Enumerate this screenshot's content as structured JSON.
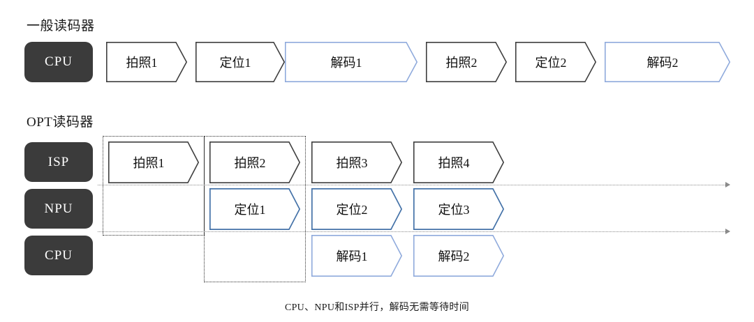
{
  "colors": {
    "processor_bg": "#3b3b3b",
    "processor_text": "#ffffff",
    "dark_outline": "#3f3f3f",
    "mid_blue_outline": "#4472a8",
    "light_blue_outline": "#8faadc",
    "dotted_group": "#2b2b2b",
    "timeline": "#8a8a8a",
    "text": "#111111",
    "background": "#ffffff"
  },
  "top_section": {
    "heading": "一般读码器",
    "processor_label": "CPU",
    "tasks": [
      {
        "label": "拍照1",
        "style": "dark"
      },
      {
        "label": "定位1",
        "style": "dark"
      },
      {
        "label": "解码1",
        "style": "light_blue"
      },
      {
        "label": "拍照2",
        "style": "dark"
      },
      {
        "label": "定位2",
        "style": "dark"
      },
      {
        "label": "解码2",
        "style": "light_blue"
      }
    ]
  },
  "bottom_section": {
    "heading": "OPT读码器",
    "rows": [
      {
        "processor_label": "ISP",
        "tasks": [
          {
            "label": "拍照1",
            "style": "dark",
            "slot": 1
          },
          {
            "label": "拍照2",
            "style": "dark",
            "slot": 2
          },
          {
            "label": "拍照3",
            "style": "dark",
            "slot": 3
          },
          {
            "label": "拍照4",
            "style": "dark",
            "slot": 4
          }
        ]
      },
      {
        "processor_label": "NPU",
        "tasks": [
          {
            "label": "定位1",
            "style": "mid_blue",
            "slot": 2
          },
          {
            "label": "定位2",
            "style": "mid_blue",
            "slot": 3
          },
          {
            "label": "定位3",
            "style": "mid_blue",
            "slot": 4
          }
        ]
      },
      {
        "processor_label": "CPU",
        "tasks": [
          {
            "label": "解码1",
            "style": "light_blue",
            "slot": 3
          },
          {
            "label": "解码2",
            "style": "light_blue",
            "slot": 4
          }
        ]
      }
    ],
    "group_boxes": [
      {
        "name": "pipeline-stage-1",
        "slot": 1,
        "rows_spanned": 2
      },
      {
        "name": "pipeline-stage-2",
        "slot": 2,
        "rows_spanned": 3
      }
    ],
    "timelines": [
      {
        "name": "isp-timeline"
      },
      {
        "name": "npu-timeline"
      }
    ]
  },
  "caption": "CPU、NPU和ISP并行，解码无需等待时间"
}
